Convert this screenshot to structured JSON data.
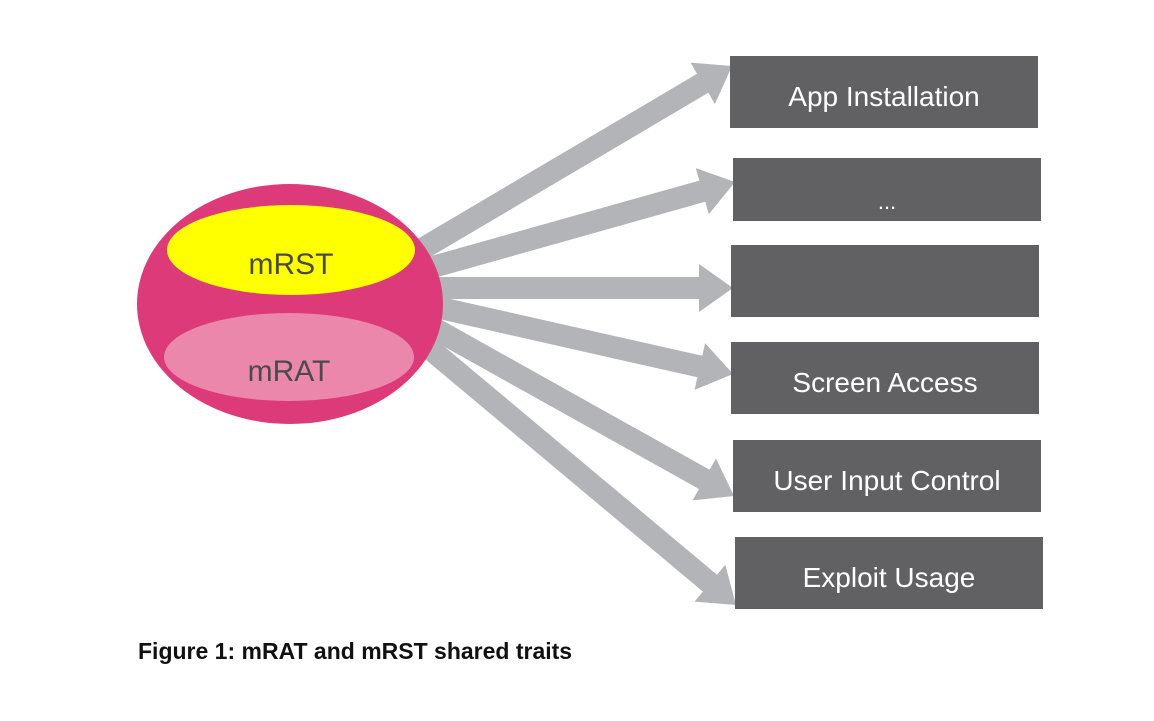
{
  "diagram": {
    "inner_top_label": "mRST",
    "inner_bottom_label": "mRAT",
    "traits": [
      {
        "label": "App Installation"
      },
      {
        "label": "..."
      },
      {
        "label": ""
      },
      {
        "label": "Screen Access"
      },
      {
        "label": "User Input Control"
      },
      {
        "label": "Exploit Usage"
      }
    ]
  },
  "caption": "Figure 1: mRAT and mRST shared traits",
  "colors": {
    "outer_oval": "#dd3a7a",
    "inner_top_oval": "#ffff00",
    "inner_bottom_oval": "#eb87aa",
    "arrows": "#b3b4b7",
    "boxes": "#616164",
    "box_text": "#ffffff"
  }
}
